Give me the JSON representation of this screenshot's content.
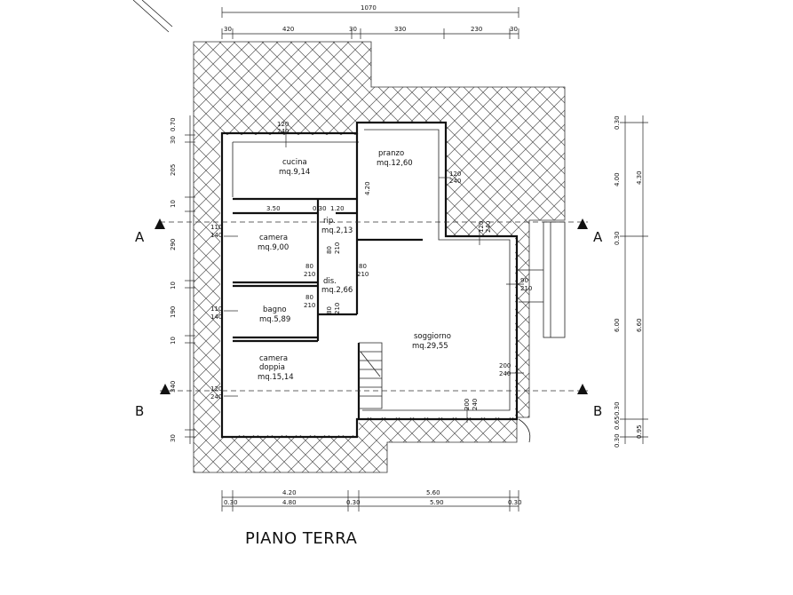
{
  "title": "PIANO TERRA",
  "rooms": {
    "cucina": {
      "name": "cucina",
      "area": "mq.9,14"
    },
    "pranzo": {
      "name": "pranzo",
      "area": "mq.12,60"
    },
    "rip": {
      "name": "rip.",
      "area": "mq.2,13"
    },
    "camera": {
      "name": "camera",
      "area": "mq.9,00"
    },
    "dis": {
      "name": "dis.",
      "area": "mq.2,66"
    },
    "bagno": {
      "name": "bagno",
      "area": "mq.5,89"
    },
    "camera_doppia": {
      "name1": "camera",
      "name2": "doppia",
      "area": "mq.15,14"
    },
    "soggiorno": {
      "name": "soggiorno",
      "area": "mq.29,55"
    }
  },
  "sections": {
    "a": "A",
    "b": "B"
  },
  "top_dims": {
    "total": "1070",
    "segments": [
      "30",
      "420",
      "30",
      "330",
      "230",
      "30"
    ]
  },
  "bottom_dims": {
    "row1": [
      "4.20",
      "5.60"
    ],
    "row2": [
      "0.30",
      "4.80",
      "0.30",
      "5.90",
      "0.30"
    ]
  },
  "left_dims": [
    "30",
    "0.70",
    "205",
    "10",
    "290",
    "10",
    "190",
    "10",
    "340",
    "30"
  ],
  "right_dims": [
    "0.30",
    "4.00",
    "4.30",
    "0.30",
    "6.00",
    "6.60",
    "0.30",
    "0.65",
    "0.30",
    "0.95"
  ],
  "openings": {
    "cucina_win": [
      "120",
      "240"
    ],
    "pranzo_win": [
      "120",
      "240"
    ],
    "pranzo_h": "4.20",
    "corner_win": [
      "120",
      "240"
    ],
    "camera_win": [
      "110",
      "140"
    ],
    "bagno_win": [
      "110",
      "140"
    ],
    "doppia_win": [
      "120",
      "240"
    ],
    "soggiorno_side": [
      "90",
      "210"
    ],
    "soggiorno_door": [
      "200",
      "240"
    ],
    "soggiorno_bottom": [
      "200",
      "240"
    ],
    "door_80_210": [
      "80",
      "210"
    ],
    "int_350": "3.50",
    "int_030": "0.30",
    "int_120": "1.20"
  }
}
